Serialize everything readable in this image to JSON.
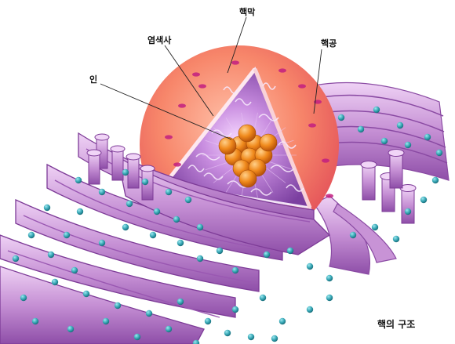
{
  "labels": {
    "nuclear_envelope": "핵막",
    "chromatin": "염색사",
    "nuclear_pore": "핵공",
    "nucleolus": "인"
  },
  "caption": "핵의 구조",
  "colors": {
    "nucleus_outer": "#f4845f",
    "nucleus_rim": "#ee5a52",
    "nucleoplasm": "#b46cd3",
    "nucleolus": "#ef8a1e",
    "er_membrane": "#b276c4",
    "ribosome": "#37a7b5"
  }
}
